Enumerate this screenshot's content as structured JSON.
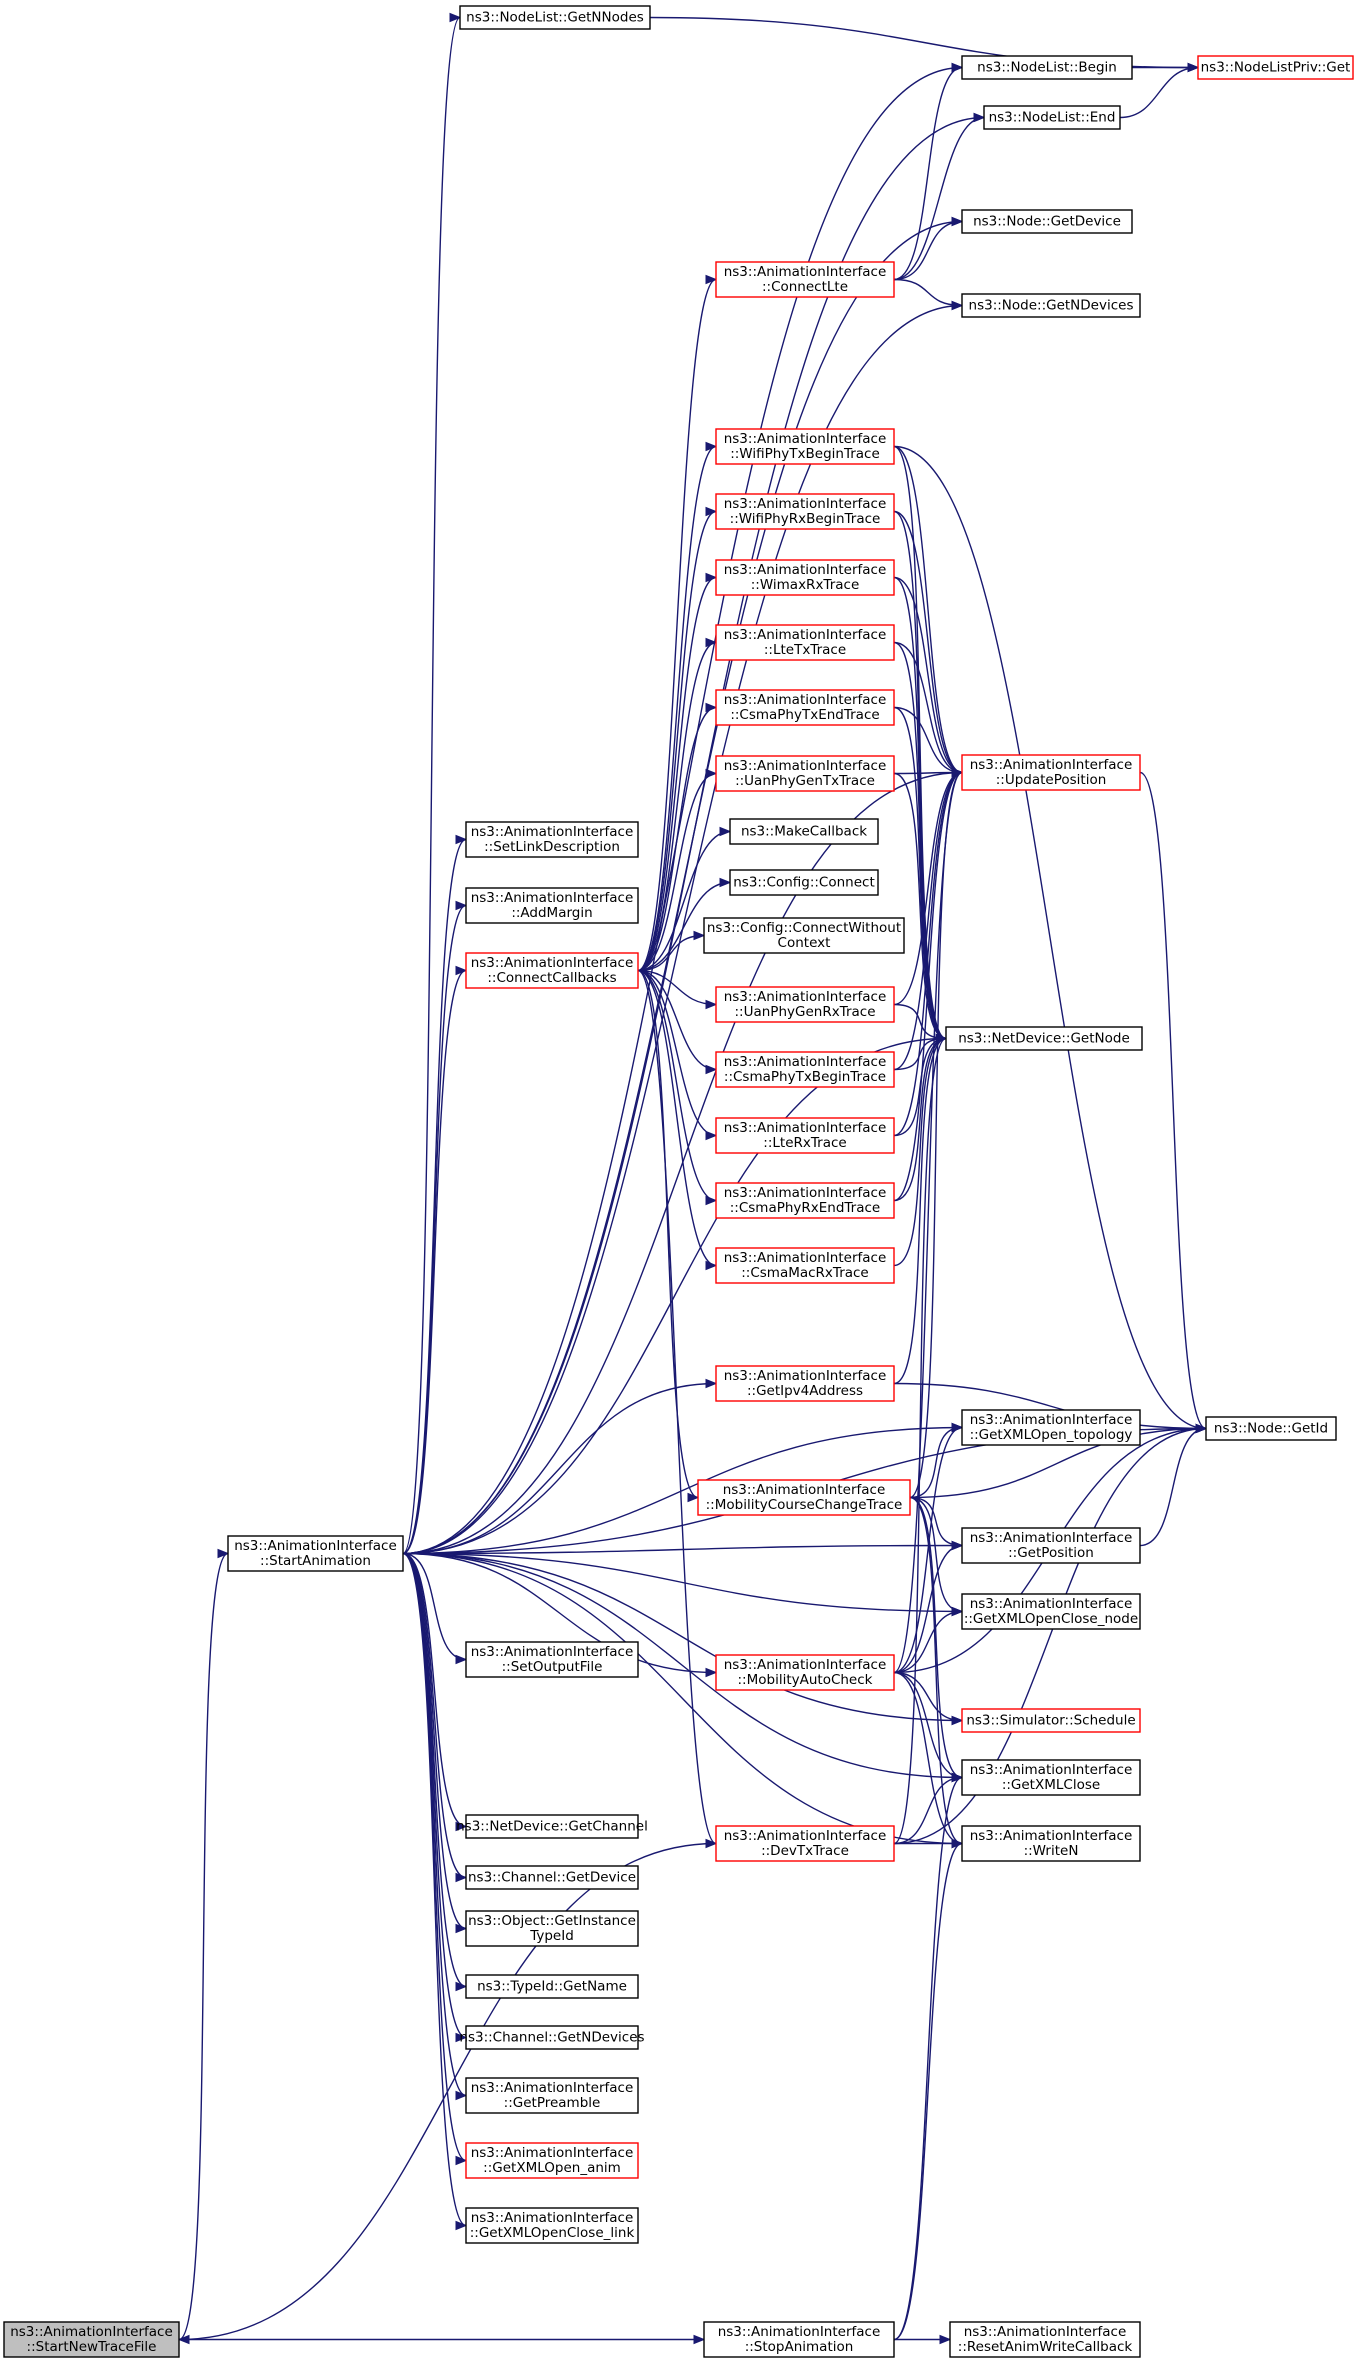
{
  "nodes": [
    {
      "id": "startNewTraceFile",
      "lines": [
        "ns3::AnimationInterface",
        "::StartNewTraceFile"
      ],
      "red": false,
      "root": true
    },
    {
      "id": "startAnimation",
      "lines": [
        "ns3::AnimationInterface",
        "::StartAnimation"
      ],
      "red": false
    },
    {
      "id": "stopAnimation",
      "lines": [
        "ns3::AnimationInterface",
        "::StopAnimation"
      ],
      "red": false
    },
    {
      "id": "resetAnimWrite",
      "lines": [
        "ns3::AnimationInterface",
        "::ResetAnimWriteCallback"
      ],
      "red": false
    },
    {
      "id": "nodeListGetN",
      "lines": [
        "ns3::NodeList::GetNNodes"
      ],
      "red": false
    },
    {
      "id": "nodeListBegin",
      "lines": [
        "ns3::NodeList::Begin"
      ],
      "red": false
    },
    {
      "id": "nodeListEnd",
      "lines": [
        "ns3::NodeList::End"
      ],
      "red": false
    },
    {
      "id": "nodeListPrivGet",
      "lines": [
        "ns3::NodeListPriv::Get"
      ],
      "red": true
    },
    {
      "id": "nodeGetDevice",
      "lines": [
        "ns3::Node::GetDevice"
      ],
      "red": false
    },
    {
      "id": "nodeGetNDevices",
      "lines": [
        "ns3::Node::GetNDevices"
      ],
      "red": false
    },
    {
      "id": "connectLte",
      "lines": [
        "ns3::AnimationInterface",
        "::ConnectLte"
      ],
      "red": true
    },
    {
      "id": "wifiPhyTxBegin",
      "lines": [
        "ns3::AnimationInterface",
        "::WifiPhyTxBeginTrace"
      ],
      "red": true
    },
    {
      "id": "wifiPhyRxBegin",
      "lines": [
        "ns3::AnimationInterface",
        "::WifiPhyRxBeginTrace"
      ],
      "red": true
    },
    {
      "id": "wimaxRx",
      "lines": [
        "ns3::AnimationInterface",
        "::WimaxRxTrace"
      ],
      "red": true
    },
    {
      "id": "lteTx",
      "lines": [
        "ns3::AnimationInterface",
        "::LteTxTrace"
      ],
      "red": true
    },
    {
      "id": "csmaPhyTxEnd",
      "lines": [
        "ns3::AnimationInterface",
        "::CsmaPhyTxEndTrace"
      ],
      "red": true
    },
    {
      "id": "uanPhyGenTx",
      "lines": [
        "ns3::AnimationInterface",
        "::UanPhyGenTxTrace"
      ],
      "red": true
    },
    {
      "id": "makeCallback",
      "lines": [
        "ns3::MakeCallback"
      ],
      "red": false
    },
    {
      "id": "configConnect",
      "lines": [
        "ns3::Config::Connect"
      ],
      "red": false
    },
    {
      "id": "configConnectWithout",
      "lines": [
        "ns3::Config::ConnectWithout",
        "Context"
      ],
      "red": false
    },
    {
      "id": "uanPhyGenRx",
      "lines": [
        "ns3::AnimationInterface",
        "::UanPhyGenRxTrace"
      ],
      "red": true
    },
    {
      "id": "csmaPhyTxBegin",
      "lines": [
        "ns3::AnimationInterface",
        "::CsmaPhyTxBeginTrace"
      ],
      "red": true
    },
    {
      "id": "lteRx",
      "lines": [
        "ns3::AnimationInterface",
        "::LteRxTrace"
      ],
      "red": true
    },
    {
      "id": "csmaPhyRxEnd",
      "lines": [
        "ns3::AnimationInterface",
        "::CsmaPhyRxEndTrace"
      ],
      "red": true
    },
    {
      "id": "csmaMacRx",
      "lines": [
        "ns3::AnimationInterface",
        "::CsmaMacRxTrace"
      ],
      "red": true
    },
    {
      "id": "updatePosition",
      "lines": [
        "ns3::AnimationInterface",
        "::UpdatePosition"
      ],
      "red": true
    },
    {
      "id": "netDeviceGetNode",
      "lines": [
        "ns3::NetDevice::GetNode"
      ],
      "red": false
    },
    {
      "id": "nodeGetId",
      "lines": [
        "ns3::Node::GetId"
      ],
      "red": false
    },
    {
      "id": "setLinkDescription",
      "lines": [
        "ns3::AnimationInterface",
        "::SetLinkDescription"
      ],
      "red": false
    },
    {
      "id": "addMargin",
      "lines": [
        "ns3::AnimationInterface",
        "::AddMargin"
      ],
      "red": false
    },
    {
      "id": "connectCallbacks",
      "lines": [
        "ns3::AnimationInterface",
        "::ConnectCallbacks"
      ],
      "red": true
    },
    {
      "id": "getIpv4Address",
      "lines": [
        "ns3::AnimationInterface",
        "::GetIpv4Address"
      ],
      "red": true
    },
    {
      "id": "getXMLOpenTopology",
      "lines": [
        "ns3::AnimationInterface",
        "::GetXMLOpen_topology"
      ],
      "red": false
    },
    {
      "id": "mobilityCourseChange",
      "lines": [
        "ns3::AnimationInterface",
        "::MobilityCourseChangeTrace"
      ],
      "red": true
    },
    {
      "id": "getPosition",
      "lines": [
        "ns3::AnimationInterface",
        "::GetPosition"
      ],
      "red": false
    },
    {
      "id": "getXMLOpenCloseNode",
      "lines": [
        "ns3::AnimationInterface",
        "::GetXMLOpenClose_node"
      ],
      "red": false
    },
    {
      "id": "setOutputFile",
      "lines": [
        "ns3::AnimationInterface",
        "::SetOutputFile"
      ],
      "red": false
    },
    {
      "id": "mobilityAutoCheck",
      "lines": [
        "ns3::AnimationInterface",
        "::MobilityAutoCheck"
      ],
      "red": true
    },
    {
      "id": "simulatorSchedule",
      "lines": [
        "ns3::Simulator::Schedule"
      ],
      "red": true
    },
    {
      "id": "getXMLClose",
      "lines": [
        "ns3::AnimationInterface",
        "::GetXMLClose"
      ],
      "red": false
    },
    {
      "id": "netDeviceGetChannel",
      "lines": [
        "ns3::NetDevice::GetChannel"
      ],
      "red": false
    },
    {
      "id": "devTxTrace",
      "lines": [
        "ns3::AnimationInterface",
        "::DevTxTrace"
      ],
      "red": true
    },
    {
      "id": "writeN",
      "lines": [
        "ns3::AnimationInterface",
        "::WriteN"
      ],
      "red": false
    },
    {
      "id": "channelGetDevice",
      "lines": [
        "ns3::Channel::GetDevice"
      ],
      "red": false
    },
    {
      "id": "objectGetInstanceTypeId",
      "lines": [
        "ns3::Object::GetInstance",
        "TypeId"
      ],
      "red": false
    },
    {
      "id": "typeIdGetName",
      "lines": [
        "ns3::TypeId::GetName"
      ],
      "red": false
    },
    {
      "id": "channelGetNDevices",
      "lines": [
        "ns3::Channel::GetNDevices"
      ],
      "red": false
    },
    {
      "id": "getPreamble",
      "lines": [
        "ns3::AnimationInterface",
        "::GetPreamble"
      ],
      "red": false
    },
    {
      "id": "getXMLOpenAnim",
      "lines": [
        "ns3::AnimationInterface",
        "::GetXMLOpen_anim"
      ],
      "red": true
    },
    {
      "id": "getXMLOpenCloseLink",
      "lines": [
        "ns3::AnimationInterface",
        "::GetXMLOpenClose_link"
      ],
      "red": false
    }
  ],
  "edges": [
    [
      "startNewTraceFile",
      "startAnimation"
    ],
    [
      "startNewTraceFile",
      "stopAnimation"
    ],
    [
      "startAnimation",
      "nodeListGetN"
    ],
    [
      "startAnimation",
      "nodeListBegin"
    ],
    [
      "startAnimation",
      "nodeListEnd"
    ],
    [
      "startAnimation",
      "nodeGetId"
    ],
    [
      "startAnimation",
      "nodeGetDevice"
    ],
    [
      "startAnimation",
      "nodeGetNDevices"
    ],
    [
      "startAnimation",
      "updatePosition"
    ],
    [
      "startAnimation",
      "setLinkDescription"
    ],
    [
      "startAnimation",
      "addMargin"
    ],
    [
      "startAnimation",
      "connectCallbacks"
    ],
    [
      "startAnimation",
      "netDeviceGetNode"
    ],
    [
      "startAnimation",
      "getIpv4Address"
    ],
    [
      "startAnimation",
      "getXMLOpenTopology"
    ],
    [
      "startAnimation",
      "getPosition"
    ],
    [
      "startAnimation",
      "getXMLOpenCloseNode"
    ],
    [
      "startAnimation",
      "setOutputFile"
    ],
    [
      "startAnimation",
      "mobilityAutoCheck"
    ],
    [
      "startAnimation",
      "simulatorSchedule"
    ],
    [
      "startAnimation",
      "getXMLClose"
    ],
    [
      "startAnimation",
      "netDeviceGetChannel"
    ],
    [
      "startAnimation",
      "channelGetDevice"
    ],
    [
      "startAnimation",
      "objectGetInstanceTypeId"
    ],
    [
      "startAnimation",
      "typeIdGetName"
    ],
    [
      "startAnimation",
      "channelGetNDevices"
    ],
    [
      "startAnimation",
      "getPreamble"
    ],
    [
      "startAnimation",
      "getXMLOpenAnim"
    ],
    [
      "startAnimation",
      "getXMLOpenCloseLink"
    ],
    [
      "startAnimation",
      "writeN"
    ],
    [
      "nodeListGetN",
      "nodeListPrivGet"
    ],
    [
      "nodeListBegin",
      "nodeListPrivGet"
    ],
    [
      "nodeListEnd",
      "nodeListPrivGet"
    ],
    [
      "connectLte",
      "nodeListBegin"
    ],
    [
      "connectLte",
      "nodeListEnd"
    ],
    [
      "connectLte",
      "nodeGetDevice"
    ],
    [
      "connectLte",
      "nodeGetNDevices"
    ],
    [
      "connectCallbacks",
      "connectLte"
    ],
    [
      "connectCallbacks",
      "wifiPhyTxBegin"
    ],
    [
      "connectCallbacks",
      "wifiPhyRxBegin"
    ],
    [
      "connectCallbacks",
      "wimaxRx"
    ],
    [
      "connectCallbacks",
      "lteTx"
    ],
    [
      "connectCallbacks",
      "csmaPhyTxEnd"
    ],
    [
      "connectCallbacks",
      "uanPhyGenTx"
    ],
    [
      "connectCallbacks",
      "makeCallback"
    ],
    [
      "connectCallbacks",
      "configConnect"
    ],
    [
      "connectCallbacks",
      "configConnectWithout"
    ],
    [
      "connectCallbacks",
      "uanPhyGenRx"
    ],
    [
      "connectCallbacks",
      "csmaPhyTxBegin"
    ],
    [
      "connectCallbacks",
      "lteRx"
    ],
    [
      "connectCallbacks",
      "csmaPhyRxEnd"
    ],
    [
      "connectCallbacks",
      "csmaMacRx"
    ],
    [
      "connectCallbacks",
      "mobilityCourseChange"
    ],
    [
      "connectCallbacks",
      "devTxTrace"
    ],
    [
      "wifiPhyTxBegin",
      "updatePosition"
    ],
    [
      "wifiPhyTxBegin",
      "netDeviceGetNode"
    ],
    [
      "wifiPhyTxBegin",
      "nodeGetId"
    ],
    [
      "wifiPhyRxBegin",
      "updatePosition"
    ],
    [
      "wifiPhyRxBegin",
      "netDeviceGetNode"
    ],
    [
      "wimaxRx",
      "updatePosition"
    ],
    [
      "wimaxRx",
      "netDeviceGetNode"
    ],
    [
      "lteTx",
      "updatePosition"
    ],
    [
      "lteTx",
      "netDeviceGetNode"
    ],
    [
      "csmaPhyTxEnd",
      "updatePosition"
    ],
    [
      "csmaPhyTxEnd",
      "netDeviceGetNode"
    ],
    [
      "uanPhyGenTx",
      "updatePosition"
    ],
    [
      "uanPhyGenTx",
      "netDeviceGetNode"
    ],
    [
      "uanPhyGenRx",
      "updatePosition"
    ],
    [
      "uanPhyGenRx",
      "netDeviceGetNode"
    ],
    [
      "csmaPhyTxBegin",
      "updatePosition"
    ],
    [
      "csmaPhyTxBegin",
      "netDeviceGetNode"
    ],
    [
      "lteRx",
      "updatePosition"
    ],
    [
      "lteRx",
      "netDeviceGetNode"
    ],
    [
      "csmaPhyRxEnd",
      "updatePosition"
    ],
    [
      "csmaPhyRxEnd",
      "netDeviceGetNode"
    ],
    [
      "csmaMacRx",
      "netDeviceGetNode"
    ],
    [
      "updatePosition",
      "nodeGetId"
    ],
    [
      "getIpv4Address",
      "netDeviceGetNode"
    ],
    [
      "getIpv4Address",
      "nodeGetId"
    ],
    [
      "mobilityCourseChange",
      "updatePosition"
    ],
    [
      "mobilityCourseChange",
      "getXMLOpenTopology"
    ],
    [
      "mobilityCourseChange",
      "nodeGetId"
    ],
    [
      "mobilityCourseChange",
      "getPosition"
    ],
    [
      "mobilityCourseChange",
      "getXMLOpenCloseNode"
    ],
    [
      "mobilityCourseChange",
      "getXMLClose"
    ],
    [
      "mobilityCourseChange",
      "writeN"
    ],
    [
      "getPosition",
      "nodeGetId"
    ],
    [
      "mobilityAutoCheck",
      "getXMLOpenTopology"
    ],
    [
      "mobilityAutoCheck",
      "getPosition"
    ],
    [
      "mobilityAutoCheck",
      "getXMLOpenCloseNode"
    ],
    [
      "mobilityAutoCheck",
      "nodeGetId"
    ],
    [
      "mobilityAutoCheck",
      "simulatorSchedule"
    ],
    [
      "mobilityAutoCheck",
      "getXMLClose"
    ],
    [
      "mobilityAutoCheck",
      "writeN"
    ],
    [
      "mobilityAutoCheck",
      "updatePosition"
    ],
    [
      "devTxTrace",
      "netDeviceGetNode"
    ],
    [
      "devTxTrace",
      "getXMLClose"
    ],
    [
      "devTxTrace",
      "writeN"
    ],
    [
      "devTxTrace",
      "nodeGetId"
    ],
    [
      "devTxTrace",
      "startNewTraceFile"
    ],
    [
      "stopAnimation",
      "getXMLClose"
    ],
    [
      "stopAnimation",
      "writeN"
    ],
    [
      "stopAnimation",
      "resetAnimWrite"
    ]
  ]
}
